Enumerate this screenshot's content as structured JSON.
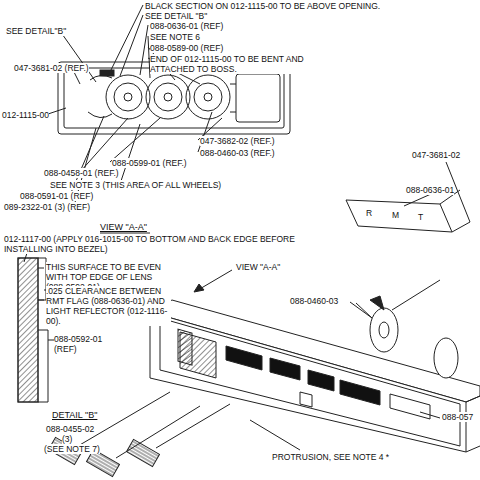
{
  "diagram": {
    "labels": [
      "BLACK SECTION ON 012-1115-00 TO BE ABOVE OPENING.",
      "SEE DETAIL \"B\"",
      "SEE DETAIL\"B\"",
      "088-0636-01 (REF)",
      "SEE NOTE 6",
      "088-0589-00 (REF)",
      "END OF 012-1115-00 TO BE BENT AND ATTACHED TO BOSS.",
      "047-3681-02 (REF.)",
      "012-1115-00",
      "047-3682-02 (REF.)",
      "088-0460-03 (REF.)",
      "088-0599-01 (REF.)",
      "088-0458-01 (REF.)",
      "SEE NOTE 3 (THIS AREA OF ALL WHEELS)",
      "088-0591-01 (REF)",
      "089-2322-01 (3) (REF)",
      "VIEW \"A-A\"",
      "047-3681-02",
      "088-0636-01",
      "R",
      "M",
      "T",
      "012-1117-00 (APPLY 016-1015-00 TO BOTTOM AND BACK EDGE BEFORE INSTALLING INTO BEZEL)",
      "THIS SURFACE TO BE EVEN WITH TOP EDGE OF LENS (088-0592-01).",
      ".025 CLEARANCE BETWEEN RMT FLAG (088-0636-01) AND LIGHT REFLECTOR (012-1116-00).",
      "088-0592-01 (REF)",
      "VIEW \"A-A\"",
      "088-0460-03",
      "DETAIL \"B\"",
      "088-0455-02",
      "(3)",
      "(SEE NOTE 7)",
      "PROTRUSION, SEE NOTE 4 *",
      "088-057"
    ]
  }
}
